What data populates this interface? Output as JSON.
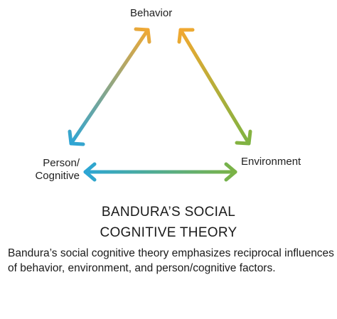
{
  "nodes": {
    "behavior": "Behavior",
    "environment": "Environment",
    "person_line1": "Person/",
    "person_line2": "Cognitive"
  },
  "title": {
    "line1": "BANDURA’S SOCIAL",
    "line2": "COGNITIVE THEORY"
  },
  "caption": "Bandura’s social cognitive theory emphasizes reciprocal influences of behavior, environment, and person/cognitive factors.",
  "colors": {
    "orange": "#f4a830",
    "blue": "#2aa5d8",
    "green": "#7cb342",
    "text": "#1a1a1a"
  }
}
